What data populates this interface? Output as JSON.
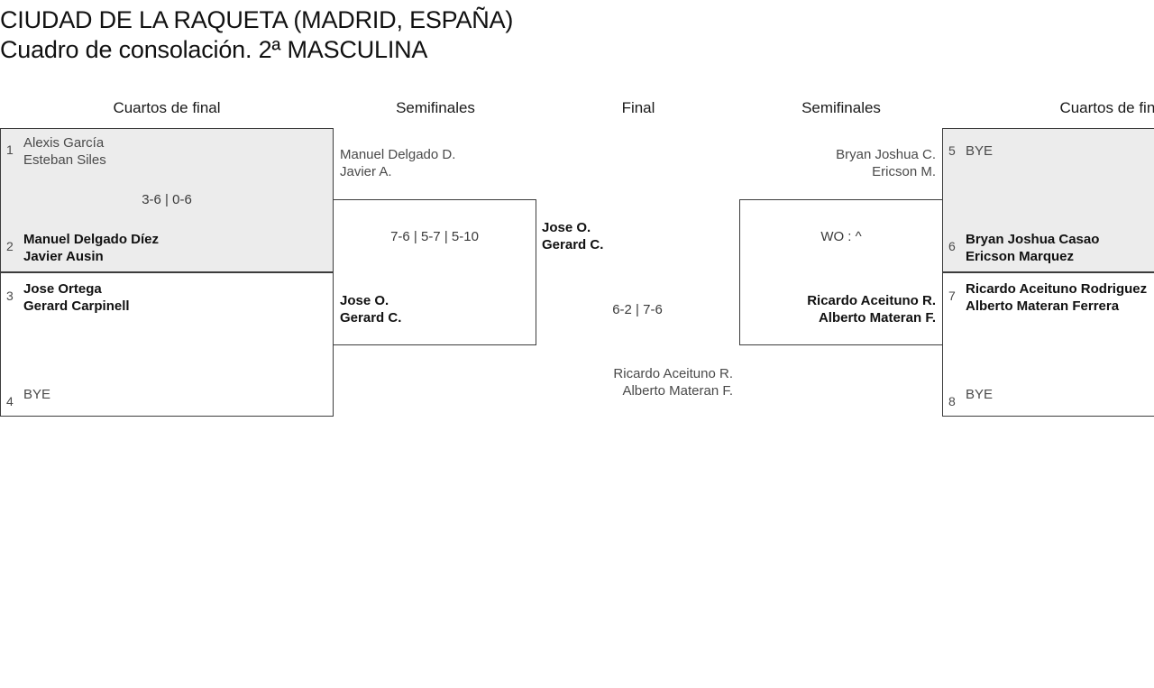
{
  "tournament": {
    "venue": "CIUDAD DE LA RAQUETA (MADRID, ESPAÑA)",
    "draw": "Cuadro de consolación. 2ª MASCULINA"
  },
  "round_headers": [
    {
      "label": "Cuartos de final"
    },
    {
      "label": "Semifinales"
    },
    {
      "label": "Final"
    },
    {
      "label": "Semifinales"
    },
    {
      "label": "Cuartos de final"
    }
  ],
  "bracket": {
    "left_quarterfinals": [
      {
        "score": "3-6 | 0-6",
        "top": {
          "seed": "1",
          "line1": "Alexis García",
          "line2": "Esteban Siles",
          "result": "loser"
        },
        "bottom": {
          "seed": "2",
          "line1": "Manuel Delgado Díez",
          "line2": "Javier Ausin",
          "result": "winner"
        }
      },
      {
        "score": "",
        "top": {
          "seed": "3",
          "line1": "Jose Ortega",
          "line2": "Gerard Carpinell",
          "result": "winner"
        },
        "bottom": {
          "seed": "4",
          "line1": "BYE",
          "line2": "",
          "result": "loser"
        }
      }
    ],
    "left_semifinal": {
      "score": "7-6 | 5-7 | 5-10",
      "top": {
        "line1": "Manuel Delgado D.",
        "line2": "Javier A.",
        "result": "loser"
      },
      "bottom": {
        "line1": "Jose O.",
        "line2": "Gerard C.",
        "result": "winner"
      }
    },
    "final": {
      "score": "6-2 | 7-6",
      "top": {
        "line1": "Jose O.",
        "line2": "Gerard C.",
        "result": "winner"
      },
      "bottom": {
        "line1": "Ricardo Aceituno R.",
        "line2": "Alberto Materan F.",
        "result": "loser"
      }
    },
    "right_semifinal": {
      "score": "WO : ^",
      "top": {
        "line1": "Bryan Joshua C.",
        "line2": "Ericson M.",
        "result": "loser"
      },
      "bottom": {
        "line1": "Ricardo Aceituno R.",
        "line2": "Alberto Materan F.",
        "result": "winner"
      }
    },
    "right_quarterfinals": [
      {
        "score": "",
        "top": {
          "seed": "5",
          "line1": "BYE",
          "line2": "",
          "result": "loser"
        },
        "bottom": {
          "seed": "6",
          "line1": "Bryan Joshua Casao",
          "line2": "Ericson Marquez",
          "result": "winner"
        }
      },
      {
        "score": "",
        "top": {
          "seed": "7",
          "line1": "Ricardo Aceituno Rodriguez",
          "line2": "Alberto Materan Ferrera",
          "result": "winner"
        },
        "bottom": {
          "seed": "8",
          "line1": "BYE",
          "line2": "",
          "result": "loser"
        }
      }
    ]
  },
  "colors": {
    "shaded_box": "#ececec",
    "border": "#3c3c3c",
    "winner_text": "#111111",
    "loser_text": "#4a4a4a"
  }
}
